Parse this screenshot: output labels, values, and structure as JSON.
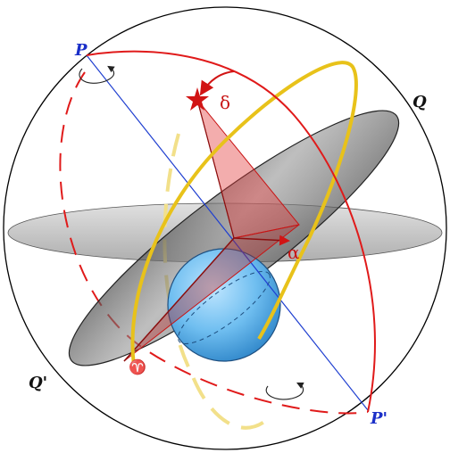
{
  "diagram": {
    "labels": {
      "p": "P",
      "p_prime": "P'",
      "q": "Q",
      "q_prime": "Q'",
      "delta": "δ",
      "alpha": "α",
      "vernal_equinox": "♈"
    },
    "colors": {
      "celestial_sphere": "#000000",
      "axis": "#1f3fd0",
      "meridian": "#e01a1a",
      "ecliptic": "#e8c21a",
      "ecliptic_dashed": "#f2e08a",
      "equatorial_plane": "#6f6f6f",
      "horizontal_plane": "#bdbdbd",
      "earth": "#6fbef0",
      "triangle_fill": "#e23b3b",
      "label_blue": "#1a2fc8",
      "label_black": "#111111",
      "label_red": "#c81414"
    }
  }
}
